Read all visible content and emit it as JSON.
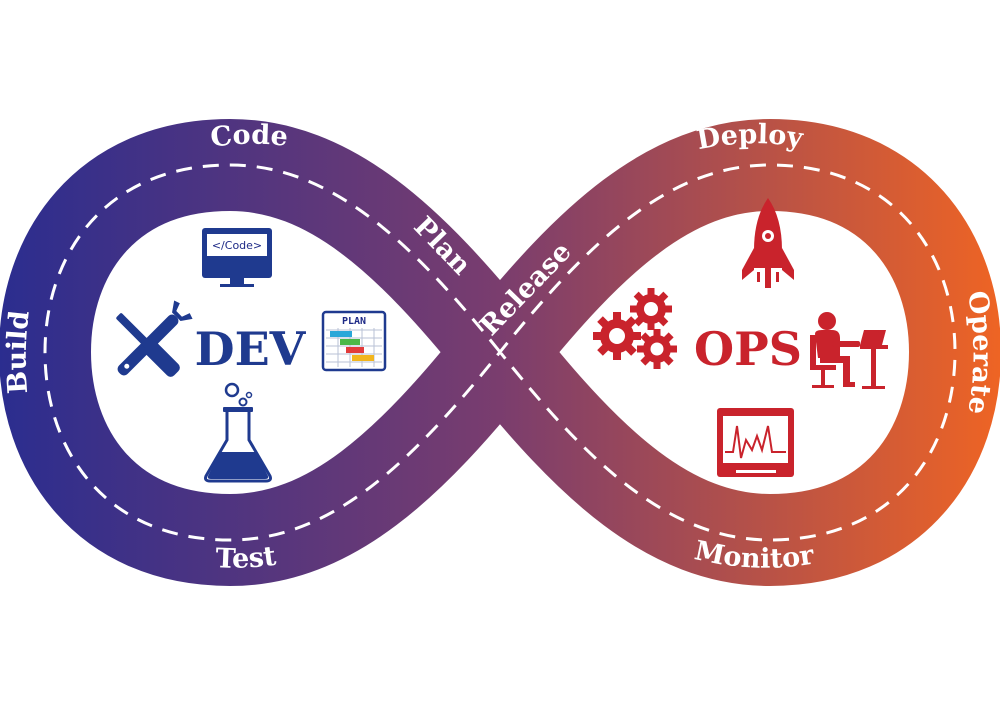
{
  "colors": {
    "dev_blue": "#2b2d8f",
    "mid_purple": "#7a3d6e",
    "ops_orange": "#ee6424",
    "dev_icon": "#1f3a8f",
    "ops_icon": "#c9232c"
  },
  "left_loop": {
    "label": "DEV",
    "stages": {
      "code": "Code",
      "build": "Build",
      "test": "Test",
      "plan": "Plan"
    },
    "icons": {
      "monitor_text": "</Code>",
      "plan_board_text": "PLAN"
    }
  },
  "right_loop": {
    "label": "OPS",
    "stages": {
      "deploy": "Deploy",
      "operate": "Operate",
      "monitor": "Monitor",
      "release": "Release"
    }
  },
  "icon_names": [
    "code-monitor-icon",
    "tools-icon",
    "plan-board-icon",
    "flask-icon",
    "rocket-icon",
    "gears-icon",
    "operator-desk-icon",
    "monitoring-screen-icon"
  ]
}
